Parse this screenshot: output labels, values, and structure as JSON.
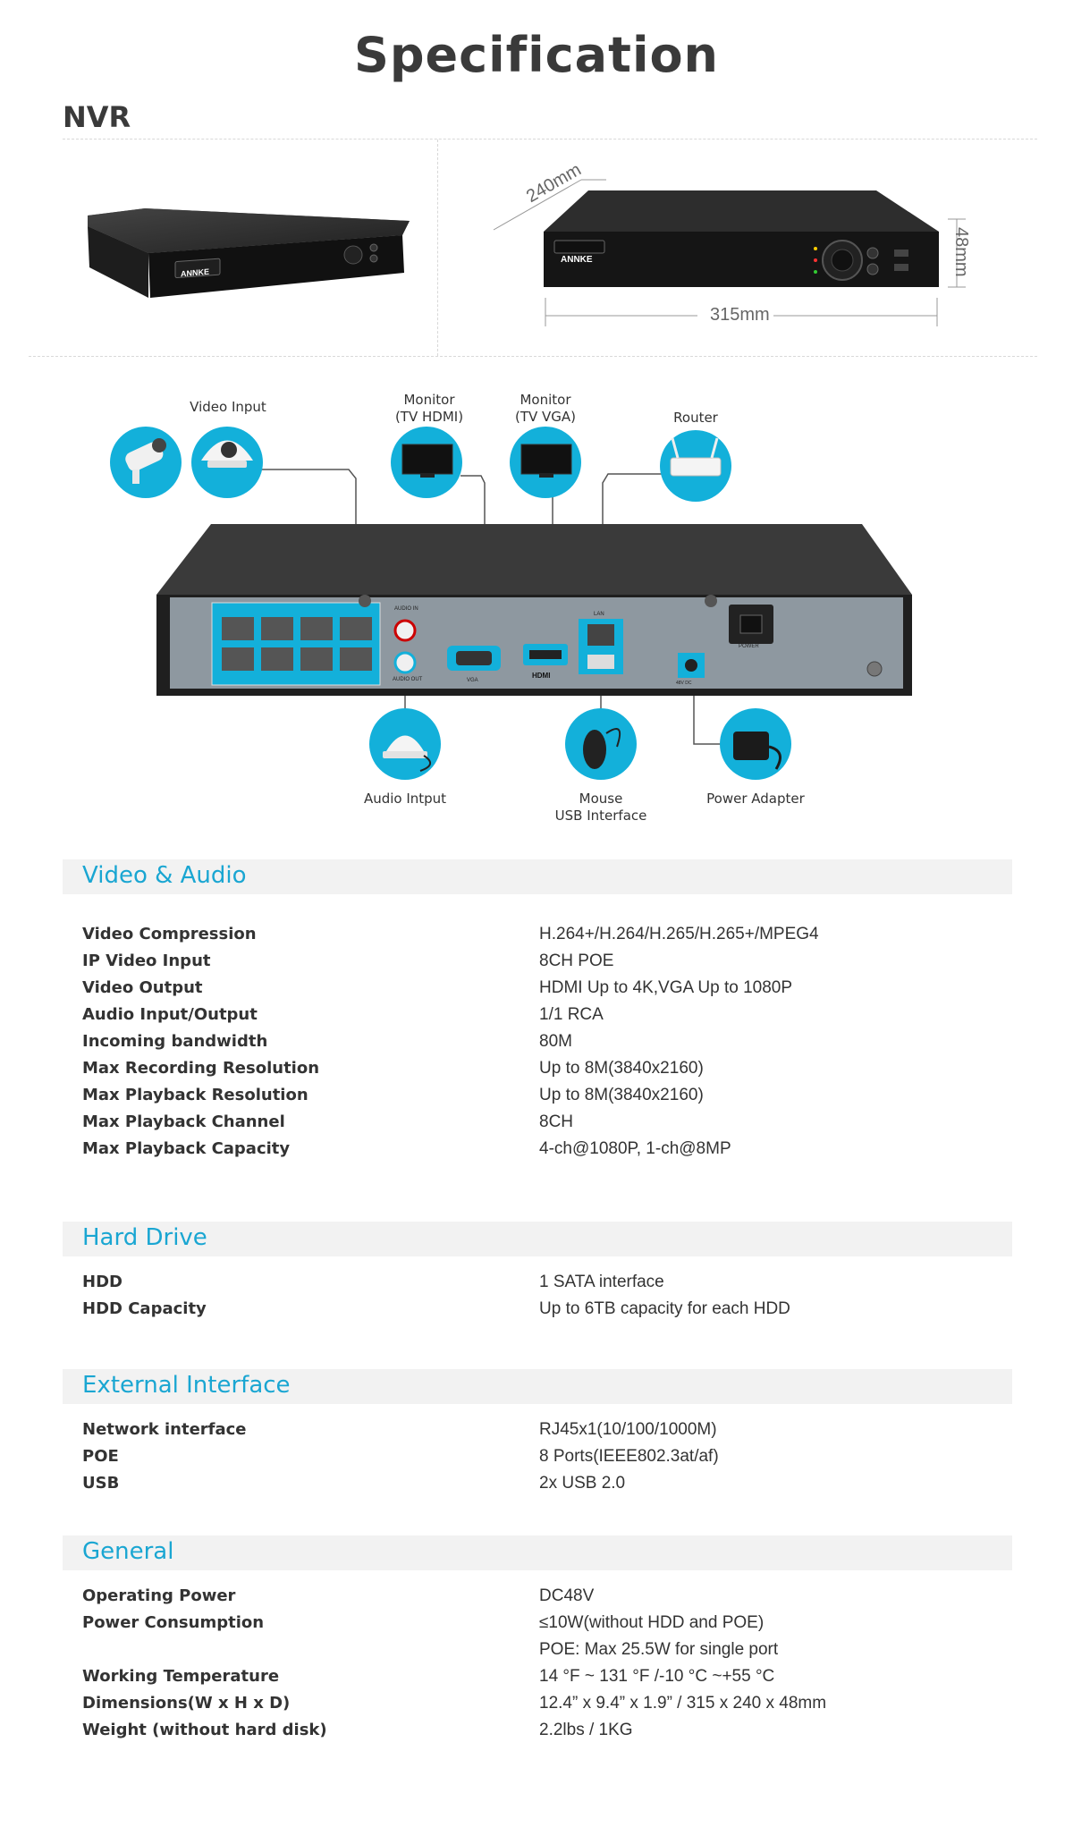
{
  "page_title": "Specification",
  "section_label": "NVR",
  "dimensions": {
    "depth": "240mm",
    "width": "315mm",
    "height": "48mm"
  },
  "device": {
    "brand": "ANNKE"
  },
  "connections": {
    "video_input": "Video Input",
    "monitor_hdmi": [
      "Monitor",
      "(TV HDMI)"
    ],
    "monitor_vga": [
      "Monitor",
      "(TV VGA)"
    ],
    "router": "Router",
    "audio_input": "Audio Intput",
    "mouse": [
      "Mouse",
      "USB Interface"
    ],
    "power_adapter": "Power Adapter"
  },
  "panel_labels": {
    "audio_in": "AUDIO IN",
    "audio_out": "AUDIO OUT",
    "vga": "VGA",
    "hdmi": "HDMI",
    "lan": "LAN",
    "power": "POWER",
    "dc": "48V DC"
  },
  "sections": [
    {
      "title": "Video & Audio",
      "rows": [
        {
          "name": "Video Compression",
          "value": "H.264+/H.264/H.265/H.265+/MPEG4"
        },
        {
          "name": "IP Video Input",
          "value": "8CH POE"
        },
        {
          "name": "Video Output",
          "value": "HDMI Up to 4K,VGA Up to 1080P"
        },
        {
          "name": "Audio Input/Output",
          "value": "1/1 RCA"
        },
        {
          "name": "Incoming bandwidth",
          "value": "80M"
        },
        {
          "name": "Max Recording Resolution",
          "value": "Up to 8M(3840x2160)"
        },
        {
          "name": "Max Playback Resolution",
          "value": "Up to 8M(3840x2160)"
        },
        {
          "name": "Max Playback Channel",
          "value": "8CH"
        },
        {
          "name": "Max Playback Capacity",
          "value": "4-ch@1080P, 1-ch@8MP"
        }
      ]
    },
    {
      "title": "Hard Drive",
      "rows": [
        {
          "name": "HDD",
          "value": "1 SATA interface"
        },
        {
          "name": "HDD Capacity",
          "value": "Up to 6TB capacity for each HDD"
        }
      ]
    },
    {
      "title": "External Interface",
      "rows": [
        {
          "name": "Network interface",
          "value": "RJ45x1(10/100/1000M)"
        },
        {
          "name": "POE",
          "value": "8 Ports(IEEE802.3at/af)"
        },
        {
          "name": "USB",
          "value": "2x USB 2.0"
        }
      ]
    },
    {
      "title": "General",
      "rows": [
        {
          "name": "Operating Power",
          "value": "DC48V"
        },
        {
          "name": "Power Consumption",
          "value": "≤10W(without HDD and POE)"
        },
        {
          "name": "",
          "value": "POE: Max 25.5W for single port"
        },
        {
          "name": "Working Temperature",
          "value": "14 °F ~ 131 °F /-10 °C ~+55 °C"
        },
        {
          "name": "Dimensions(W x H x D)",
          "value": "12.4” x 9.4” x 1.9” / 315 x 240 x 48mm"
        },
        {
          "name": "Weight (without hard disk)",
          "value": "2.2lbs / 1KG"
        }
      ]
    }
  ],
  "colors": {
    "accent": "#1aa6d2",
    "header_bg": "#f2f2f2",
    "text": "#333333"
  }
}
